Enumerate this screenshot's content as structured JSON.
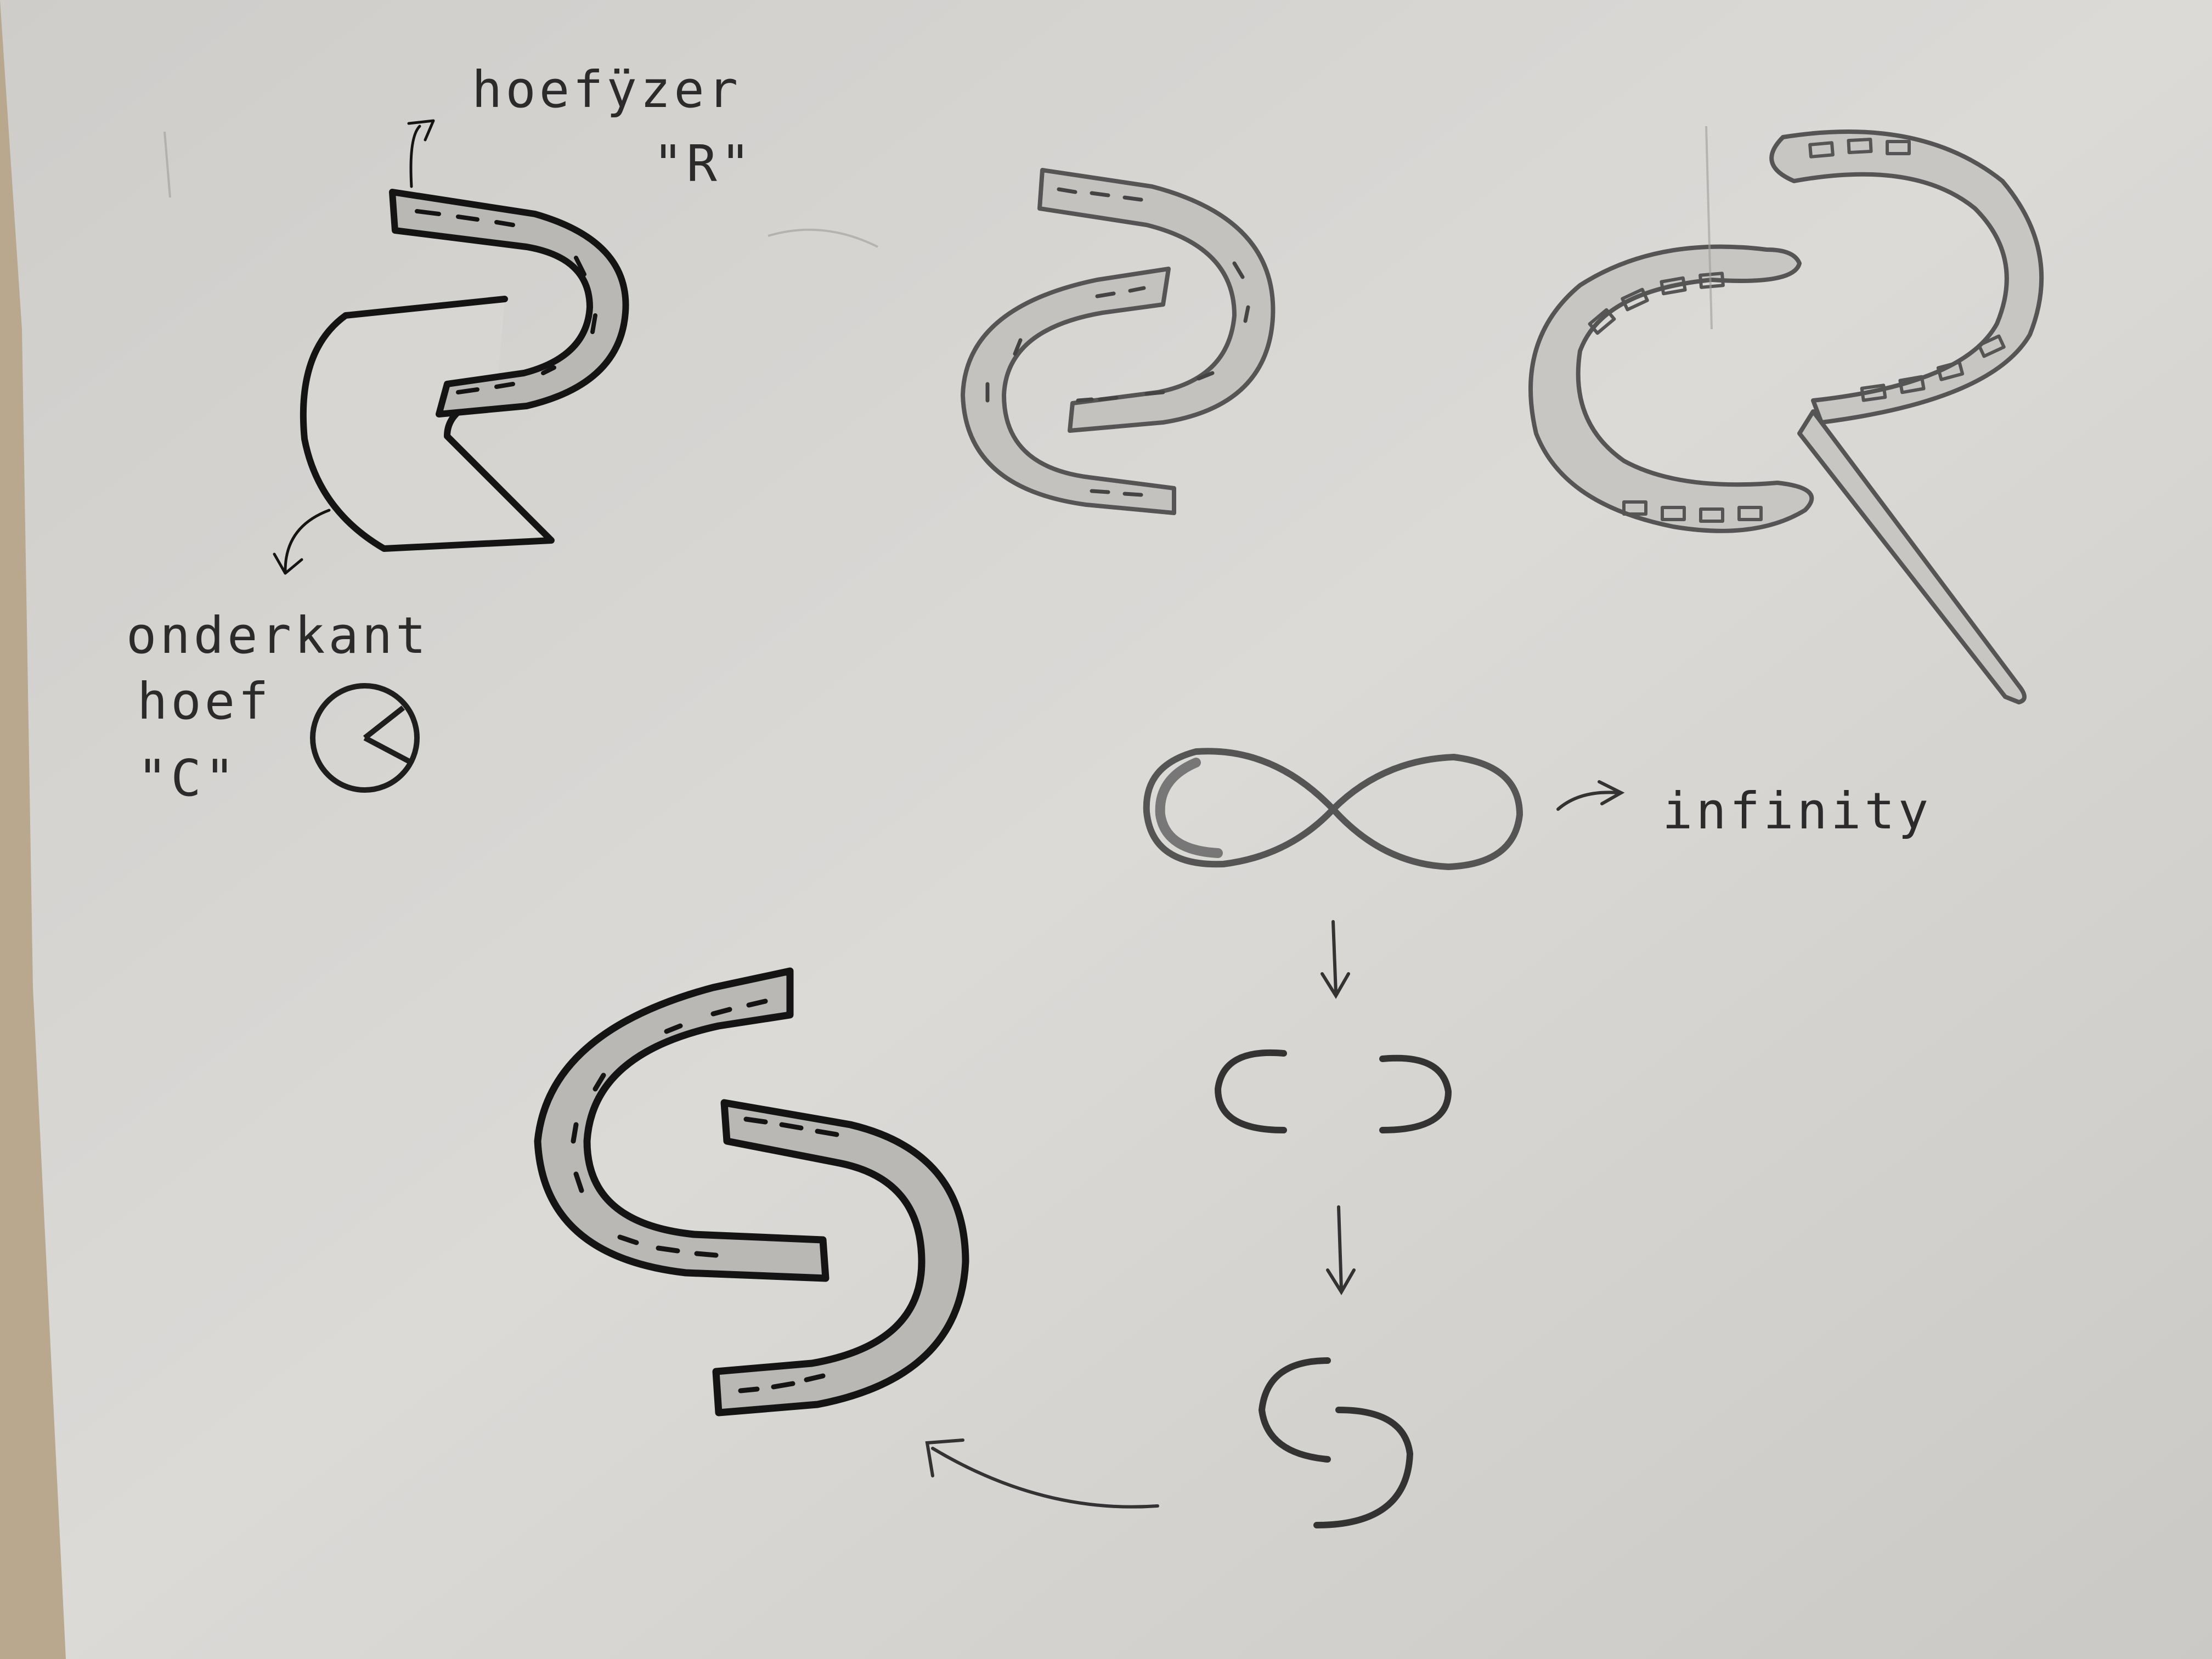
{
  "annotations": {
    "hoefijzer": "hoefÿzer",
    "letter_r": "\"R\"",
    "onderkant": "onderkant",
    "hoef": "hoef",
    "letter_c": "\"C\"",
    "infinity": "infinity"
  },
  "colors": {
    "paper": "#dcdad6",
    "table": "#b9a78e",
    "ink": "#1a1a1a",
    "pencil": "#5a5a5a",
    "fill": "#b8b8b6"
  }
}
